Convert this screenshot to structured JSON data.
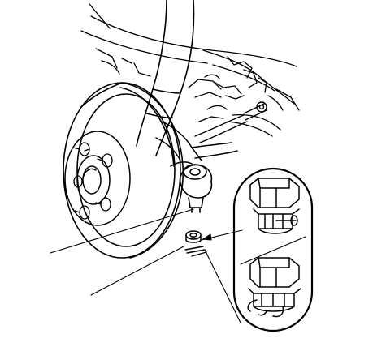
{
  "diagram": {
    "title": "",
    "ink_color": "#000000",
    "background_color": "#ffffff",
    "parts": [
      {
        "id": "brake-disc",
        "icon": "brake-rotor-icon"
      },
      {
        "id": "wheel-hub",
        "icon": "hub-with-lug-studs-icon"
      },
      {
        "id": "lug-studs",
        "icon": "wheel-stud-icon",
        "count": 5
      },
      {
        "id": "upper-suspension-arm",
        "icon": "control-arm-icon"
      },
      {
        "id": "stabilizer-link",
        "icon": "suspension-link-icon"
      },
      {
        "id": "tie-rod-end",
        "icon": "ball-joint-icon"
      },
      {
        "id": "castle-nut",
        "icon": "castle-nut-icon"
      },
      {
        "id": "cotter-pin",
        "icon": "cotter-pin-icon"
      }
    ],
    "callouts": [
      {
        "id": "callout-1",
        "label": ""
      },
      {
        "id": "callout-2",
        "label": ""
      },
      {
        "id": "callout-3",
        "label": ""
      }
    ],
    "detail_inset": {
      "shape": "rounded-capsule",
      "views": [
        {
          "id": "cotter-pin-before-bend",
          "icon": "castle-nut-with-straight-pin-icon"
        },
        {
          "id": "cotter-pin-after-bend",
          "icon": "castle-nut-with-bent-pin-icon"
        }
      ]
    }
  }
}
